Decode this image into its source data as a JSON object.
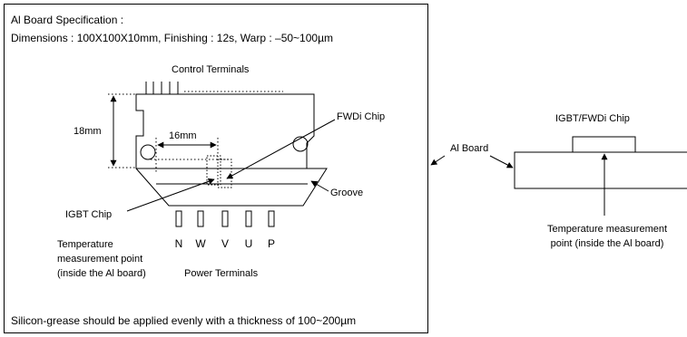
{
  "spec": {
    "title": "Al Board Specification :",
    "details": "Dimensions : 100X100X10mm, Finishing : 12s, Warp : –50~100µm"
  },
  "labels": {
    "control_terminals": "Control Terminals",
    "fwdi_chip": "FWDi Chip",
    "igbt_chip": "IGBT Chip",
    "groove": "Groove",
    "dim_18": "18mm",
    "dim_16": "16mm",
    "power_terminals": "Power Terminals",
    "temp_line1": "Temperature",
    "temp_line2": "measurement point",
    "temp_line3": "(inside the Al board)"
  },
  "terminal_letters": [
    "N",
    "W",
    "V",
    "U",
    "P"
  ],
  "footer": "Silicon-grease should be applied evenly with a thickness of 100~200µm",
  "side": {
    "al_board": "Al Board",
    "chip": "IGBT/FWDi Chip",
    "temp_line1": "Temperature measurement",
    "temp_line2": "point (inside the Al board)"
  }
}
